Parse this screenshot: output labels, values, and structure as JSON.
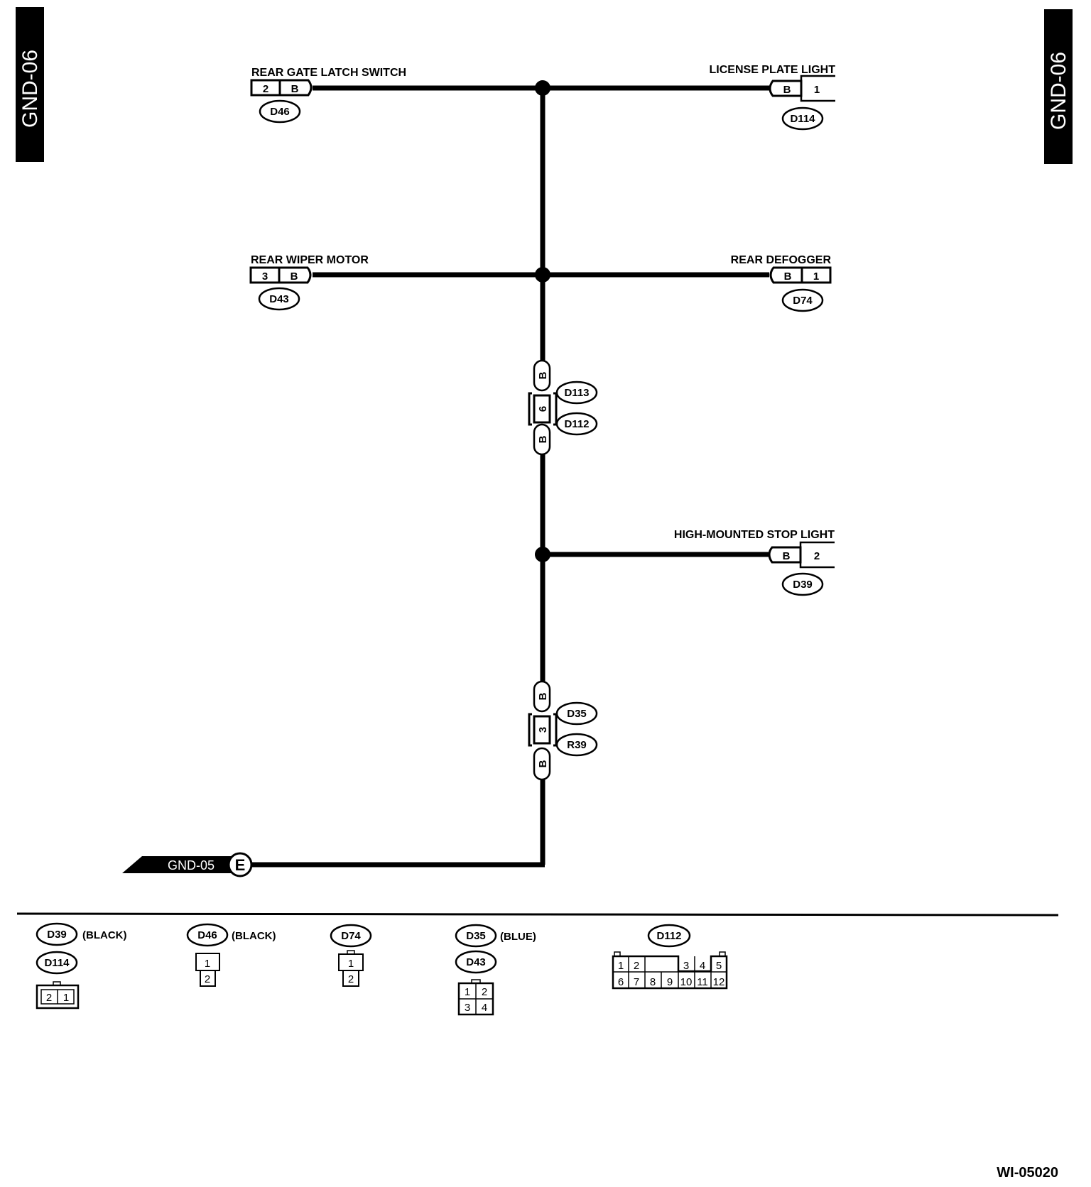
{
  "page_tag": "GND-06",
  "figure_id": "WI-05020",
  "components": {
    "rear_gate_latch_switch": {
      "name": "REAR GATE LATCH SWITCH",
      "connector": "D46",
      "pin": "2",
      "wire": "B"
    },
    "license_plate_light": {
      "name": "LICENSE PLATE LIGHT",
      "connector": "D114",
      "pin": "1",
      "wire": "B"
    },
    "rear_wiper_motor": {
      "name": "REAR WIPER MOTOR",
      "connector": "D43",
      "pin": "3",
      "wire": "B"
    },
    "rear_defogger": {
      "name": "REAR DEFOGGER",
      "connector": "D74",
      "pin": "1",
      "wire": "B"
    },
    "high_mounted_stop_light": {
      "name": "HIGH-MOUNTED STOP LIGHT",
      "connector": "D39",
      "pin": "2",
      "wire": "B"
    }
  },
  "junction_1": {
    "upper": "D113",
    "lower": "D112",
    "pin": "6",
    "wire_top": "B",
    "wire_bottom": "B"
  },
  "junction_2": {
    "upper": "D35",
    "lower": "R39",
    "pin": "3",
    "wire_top": "B",
    "wire_bottom": "B"
  },
  "ground": {
    "ref": "GND-05",
    "symbol": "E"
  },
  "legend": {
    "d39": {
      "label": "D39",
      "color": "(BLACK)"
    },
    "d114": {
      "label": "D114",
      "pins": [
        "2",
        "1"
      ]
    },
    "d46": {
      "label": "D46",
      "color": "(BLACK)",
      "pins": [
        "1",
        "2"
      ]
    },
    "d74": {
      "label": "D74",
      "pins": [
        "1",
        "2"
      ]
    },
    "d35": {
      "label": "D35",
      "color": "(BLUE)"
    },
    "d43": {
      "label": "D43",
      "pins": [
        "1",
        "2",
        "3",
        "4"
      ]
    },
    "d112": {
      "label": "D112",
      "pins_top": [
        "1",
        "2",
        "3",
        "4",
        "5"
      ],
      "pins_bottom": [
        "6",
        "7",
        "8",
        "9",
        "10",
        "11",
        "12"
      ]
    }
  }
}
